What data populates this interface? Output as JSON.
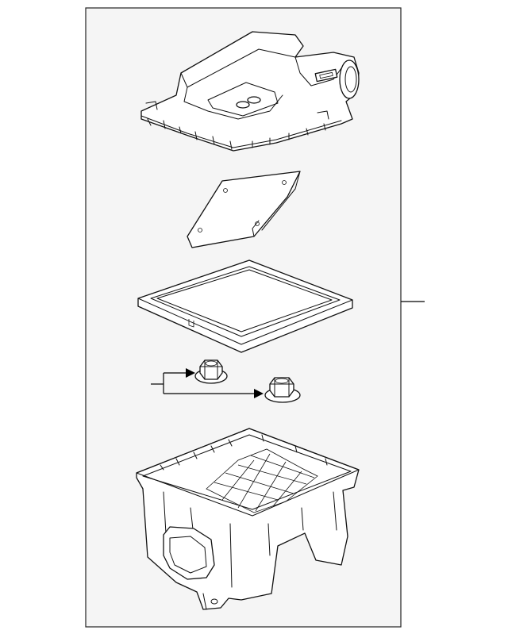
{
  "diagram": {
    "background_color": "#f5f5f5",
    "line_color": "#111111",
    "parts": [
      {
        "name": "air-cleaner-cover",
        "icon": "upper-housing-icon"
      },
      {
        "name": "heat-shield-plate",
        "icon": "plate-icon"
      },
      {
        "name": "air-filter-element",
        "icon": "filter-icon"
      },
      {
        "name": "hex-nut",
        "icon": "nut-icon",
        "count": 2
      },
      {
        "name": "air-cleaner-lower-housing",
        "icon": "lower-housing-icon"
      }
    ]
  }
}
